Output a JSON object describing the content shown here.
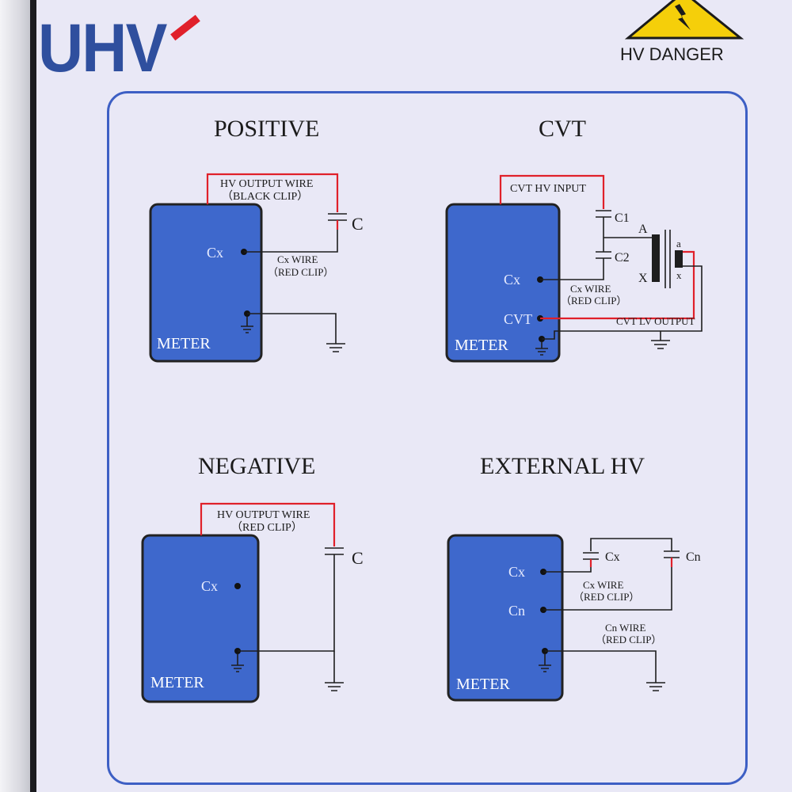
{
  "brand": {
    "logo_text": "UHV"
  },
  "warning": {
    "label": "HV DANGER"
  },
  "colors": {
    "box": "#3e68cc",
    "wire_red": "#e0202a",
    "border": "#3d5fc4",
    "background": "#e9e8f6",
    "warning_yellow": "#f5cf0a"
  },
  "diagrams": {
    "positive": {
      "title": "POSITIVE",
      "hv_wire": "HV OUTPUT WIRE",
      "hv_clip": "（BLACK CLIP）",
      "cap": "C",
      "cx": "Cx",
      "cx_wire": "Cx  WIRE",
      "cx_clip": "（RED CLIP）",
      "meter": "METER"
    },
    "cvt": {
      "title": "CVT",
      "hv_input": "CVT HV INPUT",
      "c1": "C1",
      "c2": "C2",
      "a_upper": "A",
      "x_upper": "X",
      "a_lower": "a",
      "x_lower": "x",
      "cx": "Cx",
      "cx_wire": "Cx  WIRE",
      "cx_clip": "（RED CLIP）",
      "cvt": "CVT",
      "lv_output": "CVT LV OUTPUT",
      "meter": "METER"
    },
    "negative": {
      "title": "NEGATIVE",
      "hv_wire": "HV OUTPUT WIRE",
      "hv_clip": "（RED  CLIP）",
      "cap": "C",
      "cx": "Cx",
      "meter": "METER"
    },
    "external": {
      "title": "EXTERNAL HV",
      "cx_cap": "Cx",
      "cn_cap": "Cn",
      "cx": "Cx",
      "cn": "Cn",
      "cx_wire": "Cx  WIRE",
      "cx_clip": "（RED CLIP）",
      "cn_wire": "Cn  WIRE",
      "cn_clip": "（RED CLIP）",
      "meter": "METER"
    }
  }
}
